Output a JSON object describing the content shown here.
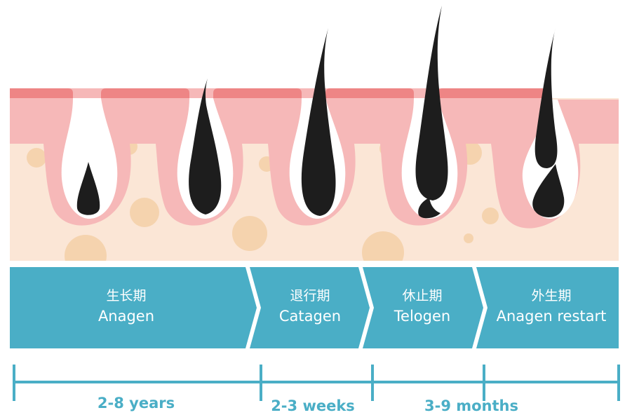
{
  "phases": [
    {
      "cn": "生长期",
      "en": "Anagen"
    },
    {
      "cn": "退行期",
      "en": "Catagen"
    },
    {
      "cn": "休止期",
      "en": "Telogen"
    },
    {
      "cn": "外生期",
      "en": "Anagen restart"
    }
  ],
  "durations": [
    "2-8 years",
    "2-3 weeks",
    "3-9 months"
  ],
  "colors": {
    "epidermis_top": "#ee8585",
    "skin_pink": "#f6b8b8",
    "dermis": "#fbe6d6",
    "fat_cells": "#f5d3ae",
    "hair": "#1d1d1d",
    "banner": "#4aaec6",
    "timeline": "#4aaec6"
  }
}
